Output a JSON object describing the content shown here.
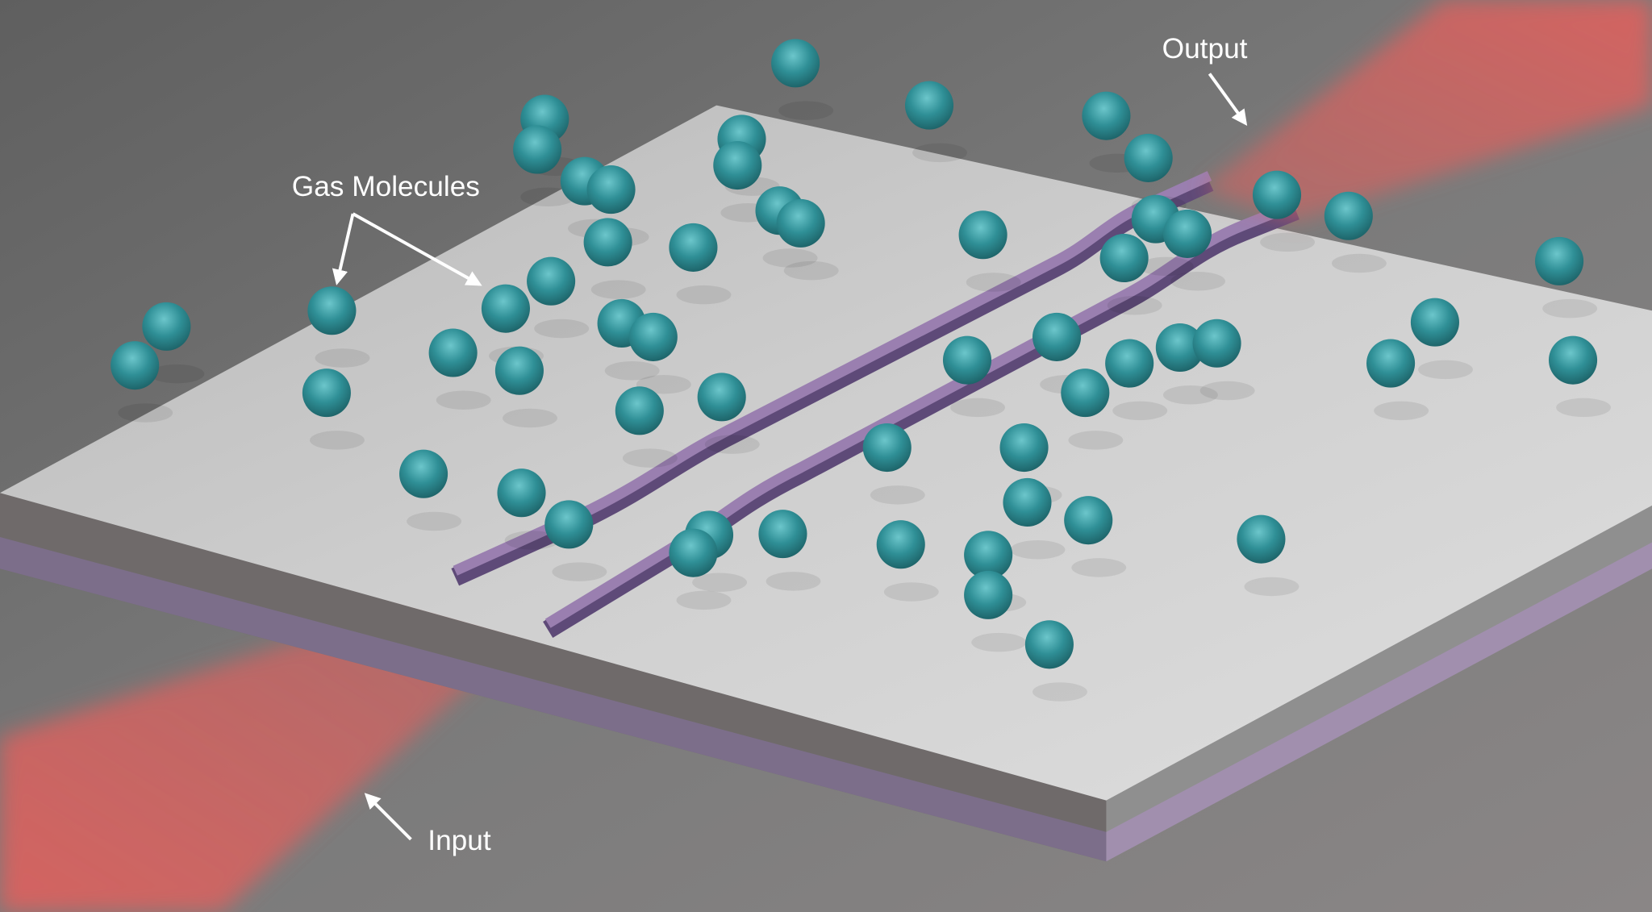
{
  "labels": {
    "output": "Output",
    "gas_molecules": "Gas Molecules",
    "input": "Input"
  },
  "colors": {
    "background": "#6f6f6f",
    "plate_top": "#c9c9c9",
    "waveguide": "#8a6fa0",
    "laser": "#d9625f",
    "molecule": "#2e8f96",
    "label_text": "#ffffff"
  },
  "icons": [
    "arrow-icon"
  ]
}
